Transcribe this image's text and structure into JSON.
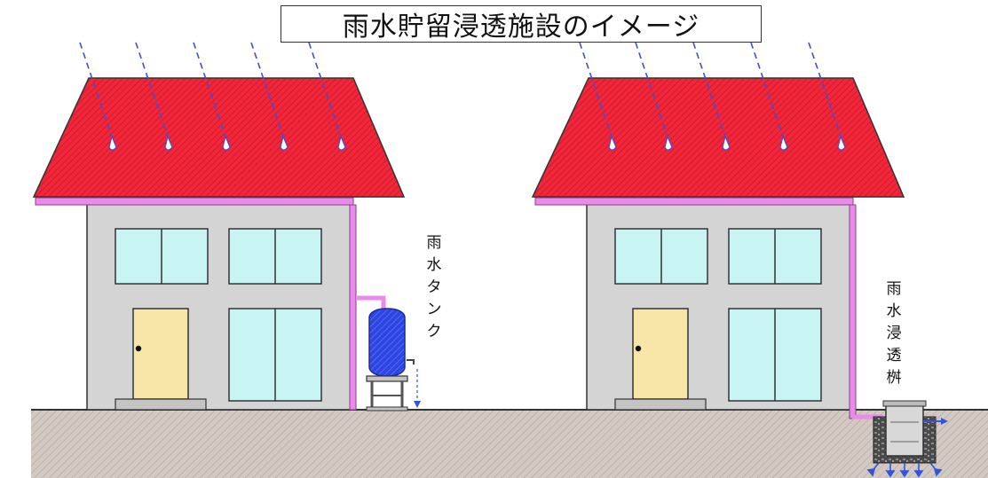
{
  "title": "雨水貯留浸透施設のイメージ",
  "labels": {
    "rain_tank": "雨水タンク",
    "infiltration_basin": "雨水浸透桝"
  },
  "colors": {
    "roof": "#f0263a",
    "wall": "#d4d4d4",
    "window": "#c8f4f4",
    "door": "#f8e6a8",
    "gutter": "#e98be8",
    "tank": "#2e46e0",
    "rain": "#3355dd",
    "ground": "#cfc4bd"
  }
}
